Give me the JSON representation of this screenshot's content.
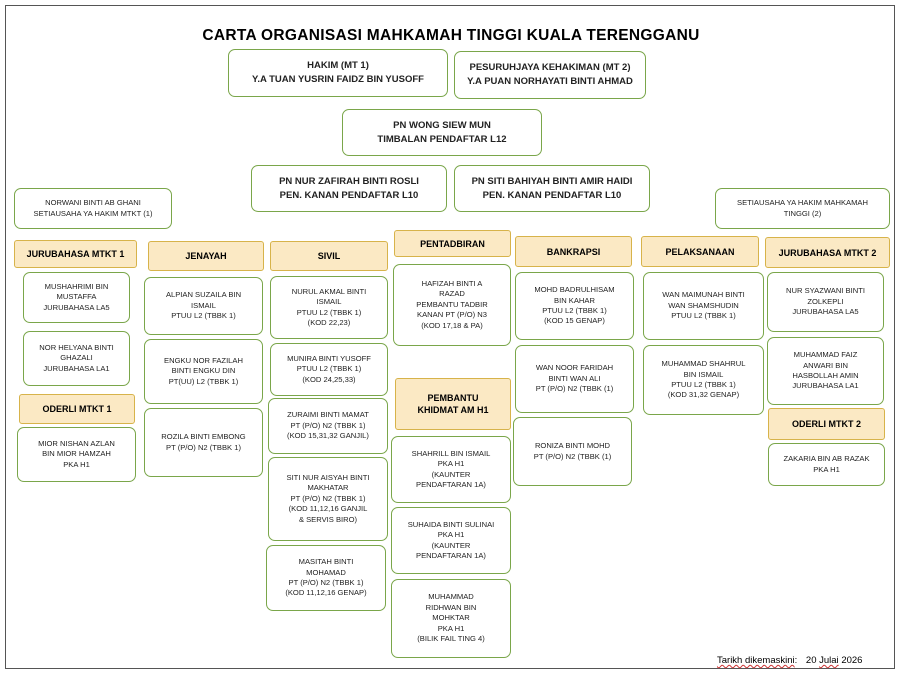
{
  "title": "CARTA ORGANISASI MAHKAMAH TINGGI KUALA TERENGGANU",
  "top": {
    "hakim": {
      "l1": "HAKIM (MT 1)",
      "l2": "Y.A TUAN YUSRIN FAIDZ BIN YUSOFF"
    },
    "pesuruhjaya": {
      "l1": "PESURUHJAYA KEHAKIMAN (MT 2)",
      "l2": "Y.A PUAN NORHAYATI BINTI AHMAD"
    },
    "timbalan": {
      "l1": "PN WONG SIEW MUN",
      "l2": "TIMBALAN PENDAFTAR L12"
    },
    "kanan1": {
      "l1": "PN NUR ZAFIRAH BINTI ROSLI",
      "l2": "PEN. KANAN PENDAFTAR L10"
    },
    "kanan2": {
      "l1": "PN SITI BAHIYAH BINTI AMIR HAIDI",
      "l2": "PEN. KANAN PENDAFTAR L10"
    }
  },
  "setiausaha1": {
    "l1": "NORWANI BINTI AB GHANI",
    "l2": "SETIAUSAHA YA HAKIM MTKT (1)"
  },
  "setiausaha2": {
    "l1": "SETIAUSAHA YA HAKIM MAHKAMAH",
    "l2": "TINGGI (2)"
  },
  "headers": {
    "jurubahasa1": "JURUBAHASA MTKT 1",
    "jenayah": "JENAYAH",
    "sivil": "SIVIL",
    "pentadbiran": "PENTADBIRAN",
    "bankrapsi": "BANKRAPSI",
    "pelaksanaan": "PELAKSANAAN",
    "jurubahasa2": "JURUBAHASA MTKT 2",
    "oderli1": "ODERLI MTKT 1",
    "pembantu_l1": "PEMBANTU",
    "pembantu_l2": "KHIDMAT AM H1",
    "oderli2": "ODERLI MTKT 2"
  },
  "jurubahasa1": [
    [
      "MUSHAHRIMI BIN",
      "MUSTAFFA",
      "JURUBAHASA LA5"
    ],
    [
      "NOR HELYANA BINTI",
      "GHAZALI",
      "JURUBAHASA LA1"
    ]
  ],
  "oderli1": [
    [
      "MIOR NISHAN AZLAN",
      "BIN MIOR HAMZAH",
      "PKA H1"
    ]
  ],
  "jenayah": [
    [
      "ALPIAN SUZAILA BIN",
      "ISMAIL",
      "PTUU L2 (TBBK 1)"
    ],
    [
      "ENGKU NOR FAZILAH",
      "BINTI ENGKU DIN",
      "PT(UU) L2 (TBBK 1)"
    ],
    [
      "ROZILA BINTI EMBONG",
      "PT (P/O) N2 (TBBK 1)"
    ]
  ],
  "sivil": [
    [
      "NURUL AKMAL BINTI",
      "ISMAIL",
      "PTUU L2 (TBBK 1)",
      "(KOD 22,23)"
    ],
    [
      "MUNIRA BINTI YUSOFF",
      "PTUU L2 (TBBK 1)",
      "(KOD 24,25,33)"
    ],
    [
      "ZURAIMI BINTI MAMAT",
      "PT (P/O) N2 (TBBK 1)",
      "(KOD 15,31,32 GANJIL)"
    ],
    [
      "SITI NUR AISYAH BINTI",
      "MAKHATAR",
      "PT (P/O) N2 (TBBK 1)",
      "(KOD 11,12,16 GANJIL",
      "& SERVIS BIRO)"
    ],
    [
      "MASITAH BINTI",
      "MOHAMAD",
      "PT (P/O) N2 (TBBK 1)",
      "(KOD 11,12,16 GENAP)"
    ]
  ],
  "pentadbiran": [
    [
      "HAFIZAH BINTI A",
      "RAZAD",
      "PEMBANTU TADBIR",
      "KANAN PT (P/O) N3",
      "(KOD 17,18 & PA)"
    ]
  ],
  "pembantu": [
    [
      "SHAHRILL BIN ISMAIL",
      "PKA H1",
      "(KAUNTER",
      "PENDAFTARAN 1A)"
    ],
    [
      "SUHAIDA BINTI SULINAI",
      "PKA H1",
      "(KAUNTER",
      "PENDAFTARAN 1A)"
    ],
    [
      "MUHAMMAD",
      "RIDHWAN BIN",
      "MOHKTAR",
      "PKA H1",
      "(BILIK FAIL TING 4)"
    ]
  ],
  "bankrapsi": [
    [
      "MOHD BADRULHISAM",
      "BIN KAHAR",
      "PTUU L2 (TBBK 1)",
      "(KOD 15 GENAP)"
    ],
    [
      "WAN NOOR FARIDAH",
      "BINTI WAN ALI",
      "PT (P/O) N2 (TBBK (1)"
    ],
    [
      "RONIZA BINTI MOHD",
      "PT (P/O) N2 (TBBK (1)"
    ]
  ],
  "pelaksanaan": [
    [
      "WAN MAIMUNAH BINTI",
      "WAN SHAMSHUDIN",
      "PTUU L2 (TBBK 1)"
    ],
    [
      "MUHAMMAD SHAHRUL",
      "BIN ISMAIL",
      "PTUU L2 (TBBK 1)",
      "(KOD 31,32 GENAP)"
    ]
  ],
  "jurubahasa2": [
    [
      "NUR SYAZWANI BINTI",
      "ZOLKEPLI",
      "JURUBAHASA LA5"
    ],
    [
      "MUHAMMAD FAIZ",
      "ANWARI BIN",
      "HASBOLLAH AMIN",
      "JURUBAHASA LA1"
    ]
  ],
  "oderli2": [
    [
      "ZAKARIA BIN AB RAZAK",
      "PKA H1"
    ]
  ],
  "footer": {
    "label": "Tarikh dikemaskini",
    "colon": ":",
    "day": "20",
    "month": "Julai",
    "year": "2026"
  },
  "colors": {
    "box_border": "#7aa64a",
    "header_fill": "#fbe9c4",
    "header_border": "#d7b34a"
  }
}
